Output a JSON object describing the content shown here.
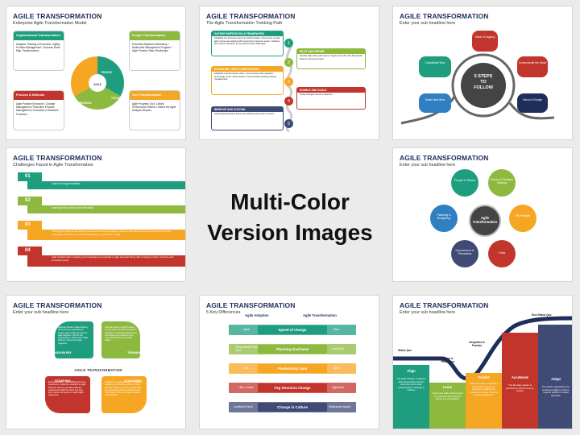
{
  "center": {
    "line1": "Multi-Color",
    "line2": "Version Images"
  },
  "colors": {
    "teal": "#1f9e7f",
    "green": "#8db93f",
    "orange": "#f5a623",
    "red": "#c2352c",
    "navy": "#1f2d5a",
    "blue": "#2f7fc1",
    "purple": "#3f4a75"
  },
  "cards": {
    "c1": {
      "title": "AGILE TRANSFORMATION",
      "sub": "Enterprise Agile Transformation Model",
      "boxes": [
        {
          "head": "Organizational Transformation",
          "text": "Adaptive Thinking & Execution / Agility Portfolio Management / Success Road Map Transformation"
        },
        {
          "head": "People Transformation",
          "text": "Executive Alignment Workshop / Distributed Management Program / Agile Practice Team Workshops"
        },
        {
          "head": "Process & Methods",
          "text": "Agile Practice Execution / Change Management / Real-time Process Management / Execution of Business Functions"
        },
        {
          "head": "Tool Transformation",
          "text": "Agile Progress Tool / Linked Performance Metrics / Attend the Agile Analysis Reports"
        }
      ],
      "ring": [
        "PEOPLE",
        "PROCESS",
        "TOOLS"
      ]
    },
    "c2": {
      "title": "AGILE TRANSFORMATION",
      "sub": "The Agile Transformation Trekking Path",
      "steps": [
        {
          "head": "GATHER INSPIRATION & FRAMEWORK",
          "text": "Establish the business case for transformation / Document a solid agile framework aligned with enterprise business needs / Address the cultural, adoption and environmental challenges"
        },
        {
          "head": "PILOT AND REFINE",
          "text": "Identify high-value pilot teams / Apply and refine the framework based on lessons learnt"
        },
        {
          "head": "ESTABLISH CORE COMPETENCIES",
          "text": "Establish transformation office / Incremental scale adoption: technology, tools, value stream / Demonstrate leading portfolio management"
        },
        {
          "head": "ENABLE AND SCALE",
          "text": "Scale changes across enterprise"
        },
        {
          "head": "IMPROVE AND SUSTAIN",
          "text": "Share Best Practices Drive via coaching and center content"
        }
      ],
      "nums": [
        "1",
        "2",
        "3",
        "4",
        "5"
      ]
    },
    "c3": {
      "title": "AGILE TRANSFORMATION",
      "sub": "Enter your sub headline here",
      "center1": "5 STEPS",
      "center2": "TO",
      "center3": "FOLLOW",
      "steps": [
        "Vision of Urgency",
        "Communicate the Vision",
        "Vision of Change",
        "Smart Near Wins",
        "Consolidate Wins"
      ]
    },
    "c4": {
      "title": "AGILE TRANSFORMATION",
      "sub": "Challenges Faced in Agile Transformation",
      "rows": [
        {
          "num": "01",
          "text": "Lack of enough expertise"
        },
        {
          "num": "02",
          "text": "Learning new process and new tools"
        },
        {
          "num": "03",
          "text": "The biggest challenge was working researcher with enough agile experience and agile experience required to train other employees who have as much little knowledge or experience to agile"
        },
        {
          "num": "04",
          "text": "Agile transformation requires good knowledge and expertise in agile area that will go with company's culture, structure and processes (Cost)"
        }
      ]
    },
    "c5": {
      "title": "AGILE TRANSFORMATION",
      "sub": "Enter your sub headline here",
      "center": "Agile Transformation",
      "items": [
        "People & Teams",
        "Power & Decision Making",
        "HR Policies",
        "Tools",
        "Governance & Processes",
        "Planning & Budgeting"
      ]
    },
    "c7": {
      "title": "AGILE TRANSFORMATION",
      "sub": "Enter your sub headline here",
      "footer": "AGILE TRANSFORMATION",
      "quadrants": [
        {
          "label": "ADVISORY",
          "text": "Discover Dream's Agile Advisory Services help organizations assess agile readiness, plan for agile adoption, right for the organizations; Understand 'Agile Maturity' and launch agile programs"
        },
        {
          "label": "TRAINING",
          "text": "Discover Dream's Agile Practice Service gives development teams, managers, and leaders techniques and hands-on to transform into more effective business value deliver"
        },
        {
          "label": "STAFFING",
          "text": "Enterprises often need additional human resources to make the transition to agile. Discover Dream's provides talented, experienced staff from short and long term needs and acquire in-depth agile experience"
        },
        {
          "label": "COACHING",
          "text": "Working from agile ground conversations-coaching, continuous practices, dream Discover Dream's coaching teams bring the organization that results delivering high quality products for agile methods and practices"
        }
      ]
    },
    "c8": {
      "title": "AGILE TRANSFORMATION",
      "sub": "5 Key Differences",
      "col_left": "Agile Adoption",
      "col_right": "Agile Transformation",
      "rows": [
        {
          "left": "Quick",
          "mid": "Speed of change",
          "right": "Slow"
        },
        {
          "left": "The process is Short Term",
          "mid": "Planning timeframe",
          "right": "Long Term"
        },
        {
          "left": "10%",
          "mid": "Productivity Gain",
          "right": "400%"
        },
        {
          "left": "Little or None",
          "mid": "Org Structure change",
          "right": "Significant"
        },
        {
          "left": "Localized if at all",
          "mid": "Change in Culture",
          "right": "Widespread impact"
        }
      ]
    },
    "c9": {
      "title": "AGILE TRANSFORMATION",
      "sub": "Enter your sub headline here",
      "marks": [
        "New Status Quo",
        "Status Quo",
        "Chaos & Resistance",
        "Integration & Practice"
      ],
      "cols": [
        {
          "head": "Align",
          "text": "The Agile initiative is aligned, with measurable business outcomes and a clear transformation roadmap is defined."
        },
        {
          "head": "Learn",
          "text": "Teams and Agile practices and a continuous improvement culture is a consultative."
        },
        {
          "head": "Predict",
          "text": "Teams are able to maintain a predictable outcome of delivering enabling the business to create informed business decisions."
        },
        {
          "head": "Accelerate",
          "text": "The full value stream is optimized to shorten time-to-market."
        },
        {
          "head": "Adapt",
          "text": "The whole organization has embraced agility in order to respond quickly to market demands."
        }
      ]
    }
  }
}
